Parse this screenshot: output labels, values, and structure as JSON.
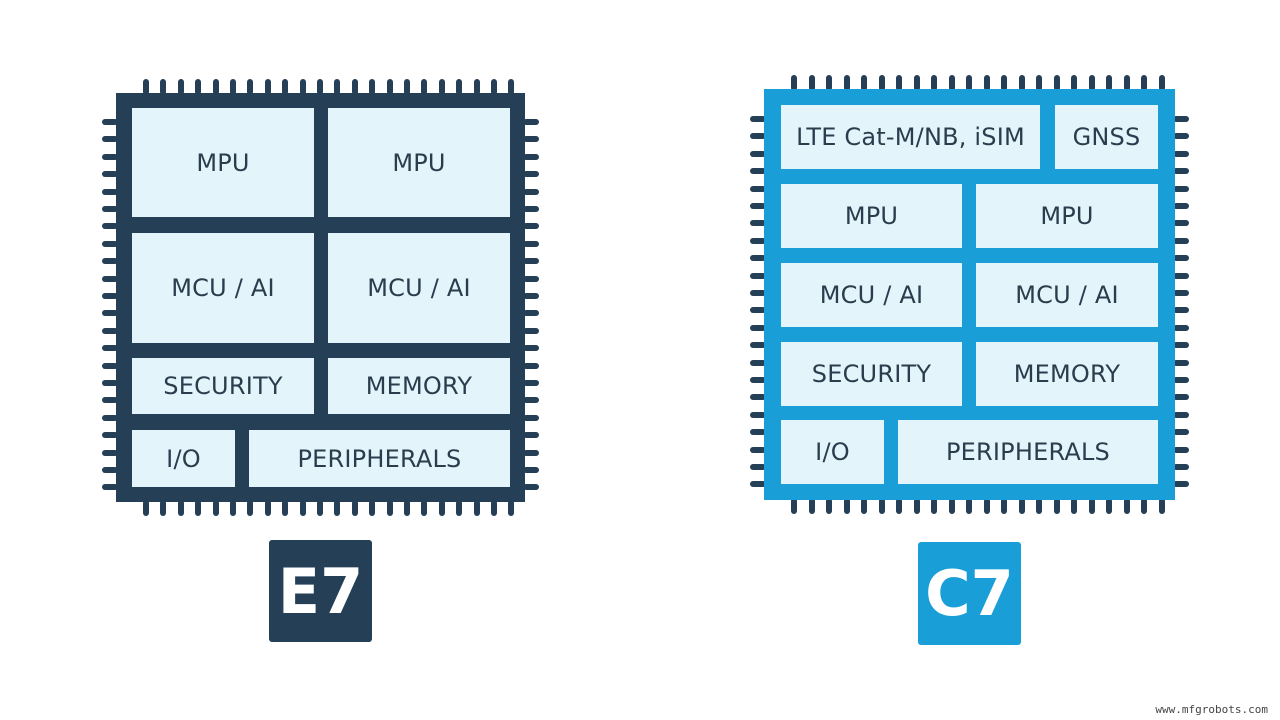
{
  "colors": {
    "e7": "#243f56",
    "c7": "#1a9ed8",
    "block_fill": "#e4f4fb"
  },
  "e7": {
    "label": "E7",
    "blocks": {
      "mpu1": "MPU",
      "mpu2": "MPU",
      "mcu1": "MCU / AI",
      "mcu2": "MCU / AI",
      "security": "SECURITY",
      "memory": "MEMORY",
      "io": "I/O",
      "peripherals": "PERIPHERALS"
    }
  },
  "c7": {
    "label": "C7",
    "blocks": {
      "lte": "LTE Cat-M/NB, iSIM",
      "gnss": "GNSS",
      "mpu1": "MPU",
      "mpu2": "MPU",
      "mcu1": "MCU / AI",
      "mcu2": "MCU / AI",
      "security": "SECURITY",
      "memory": "MEMORY",
      "io": "I/O",
      "peripherals": "PERIPHERALS"
    }
  },
  "watermark": "www.mfgrobots.com"
}
